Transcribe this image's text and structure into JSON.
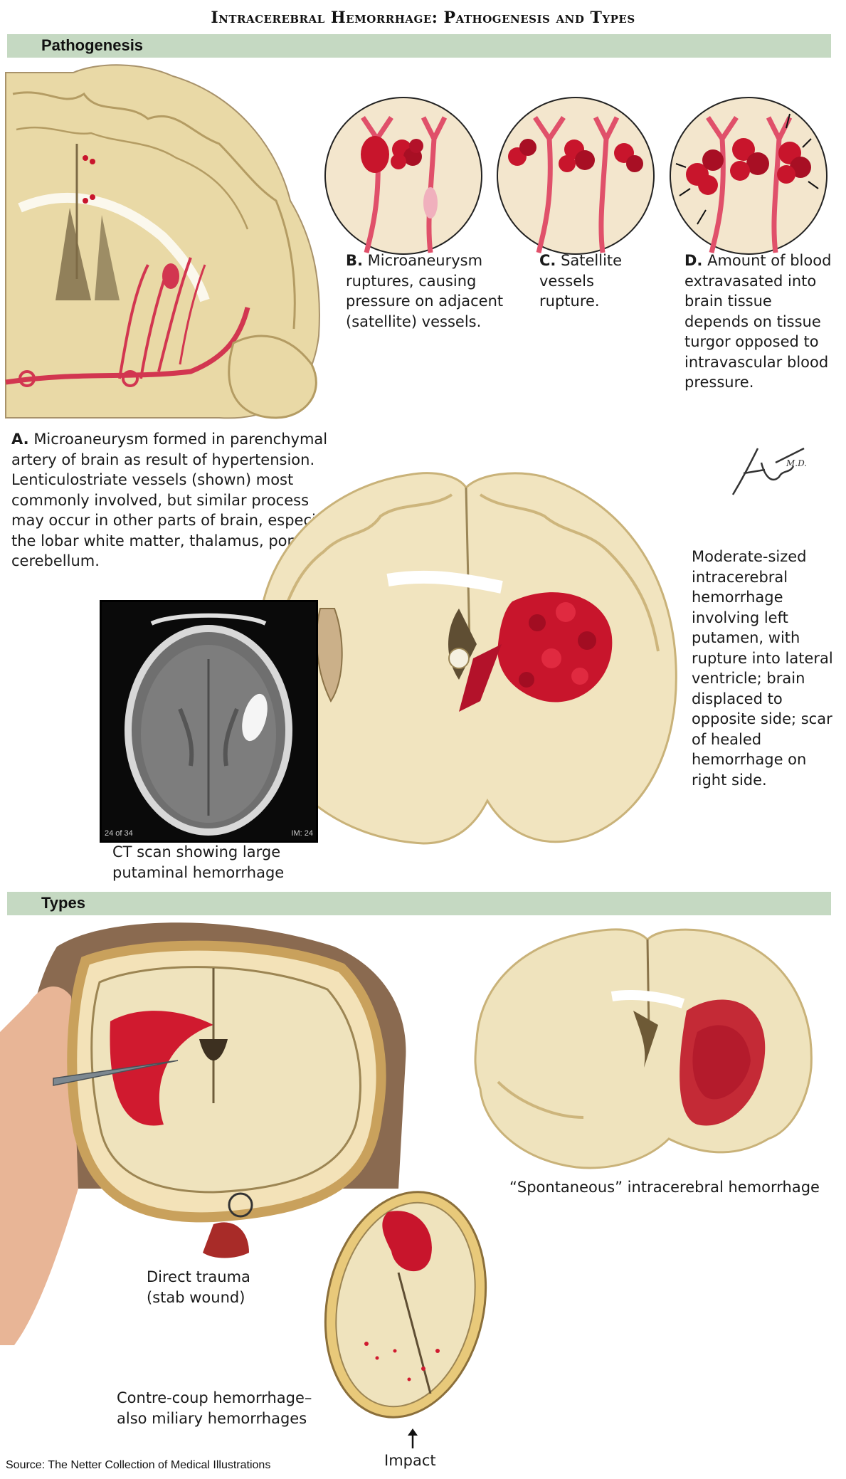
{
  "title": "Intracerebral Hemorrhage: Pathogenesis and Types",
  "sections": {
    "pathogenesis": "Pathogenesis",
    "types": "Types"
  },
  "captions": {
    "a_label": "A.",
    "a_text": "Microaneurysm formed in parenchymal artery of brain as result of hypertension. Lenticulostriate vessels (shown) most commonly involved, but similar process may occur in other parts of brain, especially the lobar white matter, thalamus, pons, and cerebellum.",
    "b_label": "B.",
    "b_text": "Microaneurysm ruptures, causing pressure on adjacent (satellite) vessels.",
    "c_label": "C.",
    "c_text": "Satellite vessels rupture.",
    "d_label": "D.",
    "d_text": "Amount of blood extravasated into brain tissue depends on tissue turgor opposed to intravascular blood pressure.",
    "moderate": "Moderate-sized intracerebral hemorrhage involving left putamen, with rupture into lateral ventricle; brain displaced to opposite side; scar of healed hemorrhage on right side.",
    "ct": "CT scan showing large putaminal hemorrhage",
    "ct_overlay_left": "24 of 34",
    "ct_overlay_right": "IM: 24",
    "spontaneous": "“Spontaneous” intracerebral hemorrhage",
    "direct": "Direct trauma (stab wound)",
    "contrecoup": "Contre-coup hemorrhage– also miliary hemorrhages",
    "impact": "Impact"
  },
  "signature": "F. Netter M.D.",
  "source": "Source: The Netter Collection of Medical Illustrations",
  "colors": {
    "band": "#c5d9c2",
    "brain": "#efe3bd",
    "cortex": "#d9c48d",
    "blood": "#c8152c",
    "vessel": "#e0506a"
  }
}
